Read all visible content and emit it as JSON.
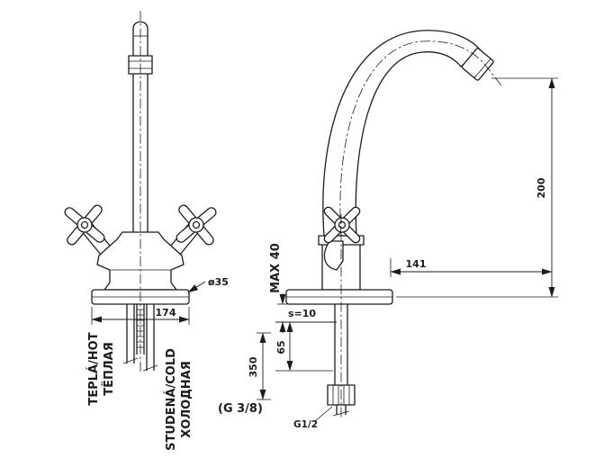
{
  "colors": {
    "ink": "#1c1c1c",
    "background": "#ffffff"
  },
  "front_view": {
    "hot_label_line1": "TEPLÁ/HOT",
    "hot_label_line2": "ТЁПЛАЯ",
    "cold_label_line1": "STUDENÁ/COLD",
    "cold_label_line2": "ХОЛОДНАЯ",
    "base_diameter": "ø35",
    "base_width_mm": "174"
  },
  "side_view": {
    "max_deck_thickness": "MAX 40",
    "deck_plate": "s=10",
    "shank_dim": "65",
    "hose_length": "350",
    "spout_reach": "141",
    "spout_height": "200",
    "hose_thread": "(G 3/8)",
    "shank_thread": "G1/2"
  }
}
